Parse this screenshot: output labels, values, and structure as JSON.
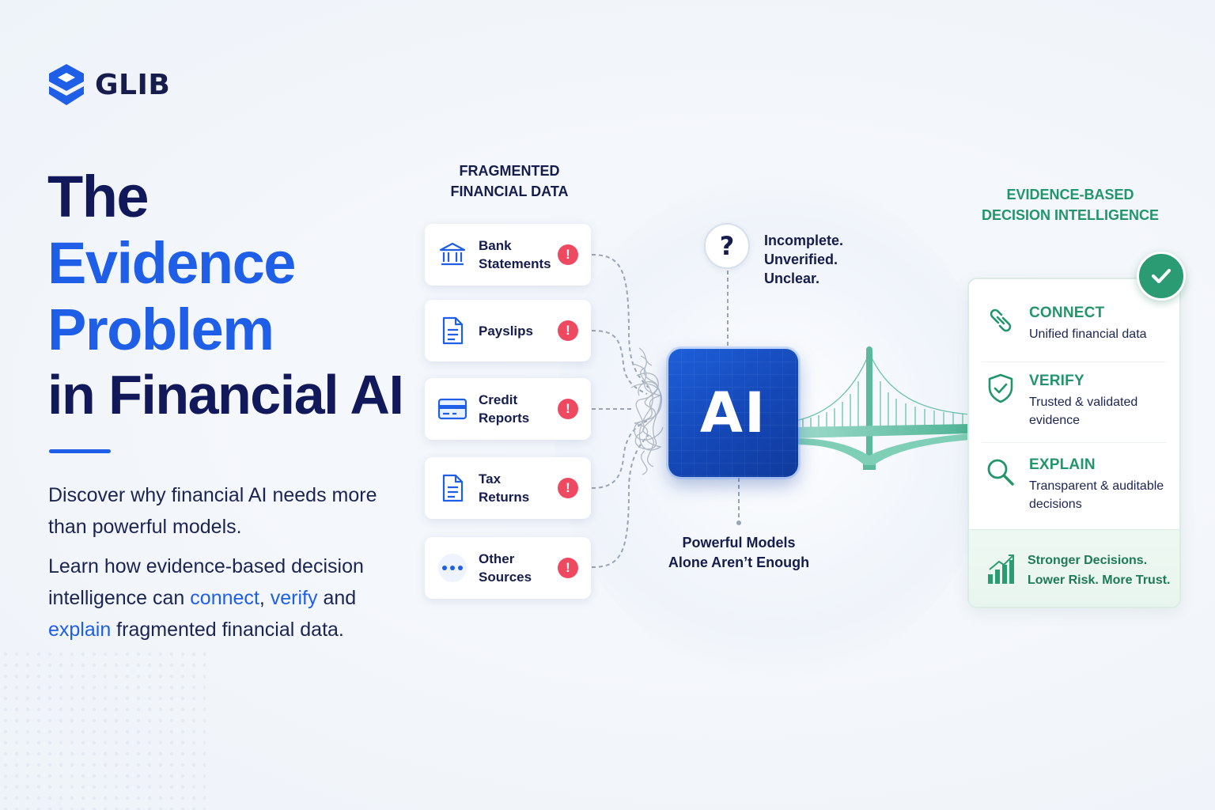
{
  "brand": {
    "name": "GLIB"
  },
  "title": {
    "line1": "The",
    "line2": "Evidence",
    "line3": "Problem",
    "line4": "in Financial AI"
  },
  "description": {
    "p1": "Discover why financial AI needs more than powerful models.",
    "p2_prefix": "Learn how evidence-based decision intelligence can ",
    "connect": "connect",
    "comma": ",",
    "verify": "verify",
    "and": " and ",
    "explain": "explain",
    "p2_suffix": " fragmented financial data."
  },
  "fragmented": {
    "heading_line1": "FRAGMENTED",
    "heading_line2": "FINANCIAL DATA",
    "sources": [
      {
        "line1": "Bank",
        "line2": "Statements",
        "icon": "bank-icon"
      },
      {
        "line1": "Payslips",
        "line2": "",
        "icon": "document-icon"
      },
      {
        "line1": "Credit",
        "line2": "Reports",
        "icon": "credit-card-icon"
      },
      {
        "line1": "Tax",
        "line2": "Returns",
        "icon": "document-icon"
      },
      {
        "line1": "Other",
        "line2": "Sources",
        "icon": "more-icon"
      }
    ],
    "alert_symbol": "!"
  },
  "center": {
    "question": "?",
    "question_lines": [
      "Incomplete.",
      "Unverified.",
      "Unclear."
    ],
    "chip_label": "AI",
    "caption_line1": "Powerful Models",
    "caption_line2": "Alone Aren’t Enough"
  },
  "evidence": {
    "heading_line1": "EVIDENCE-BASED",
    "heading_line2": "DECISION INTELLIGENCE",
    "features": [
      {
        "name": "CONNECT",
        "desc": "Unified financial data",
        "icon": "link-icon"
      },
      {
        "name": "VERIFY",
        "desc": "Trusted & validated evidence",
        "icon": "shield-check-icon"
      },
      {
        "name": "EXPLAIN",
        "desc": "Transparent & auditable decisions",
        "icon": "magnifier-icon"
      }
    ],
    "footer_line1": "Stronger Decisions.",
    "footer_line2": "Lower Risk. More Trust.",
    "footer_icon": "growth-chart-icon"
  },
  "colors": {
    "navy": "#12195a",
    "blue": "#1f5ee6",
    "green": "#23956a",
    "alert": "#ef4962"
  }
}
